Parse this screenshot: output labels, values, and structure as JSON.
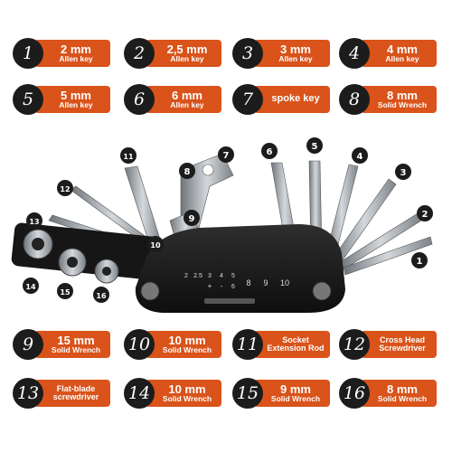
{
  "colors": {
    "accent": "#d9531a",
    "badge": "#1c1c1c",
    "tool_body": "#1a1a1a",
    "metal": "#9aa0a6"
  },
  "top_tags": [
    {
      "num": "1",
      "main": "2 mm",
      "sub": "Allen key"
    },
    {
      "num": "2",
      "main": "2,5 mm",
      "sub": "Allen key"
    },
    {
      "num": "3",
      "main": "3 mm",
      "sub": "Allen key"
    },
    {
      "num": "4",
      "main": "4 mm",
      "sub": "Allen key"
    },
    {
      "num": "5",
      "main": "5 mm",
      "sub": "Allen key"
    },
    {
      "num": "6",
      "main": "6 mm",
      "sub": "Allen key"
    },
    {
      "num": "7",
      "main": "spoke key",
      "sub": ""
    },
    {
      "num": "8",
      "main": "8 mm",
      "sub": "Solid Wrench"
    }
  ],
  "bottom_tags": [
    {
      "num": "9",
      "main": "15 mm",
      "sub": "Solid Wrench"
    },
    {
      "num": "10",
      "main": "10 mm",
      "sub": "Solid Wrench"
    },
    {
      "num": "11",
      "main": "Socket",
      "sub": "Extension Rod"
    },
    {
      "num": "12",
      "main": "Cross Head",
      "sub": "Screwdriver"
    },
    {
      "num": "13",
      "main": "Flat-blade",
      "sub": "screwdriver"
    },
    {
      "num": "14",
      "main": "10 mm",
      "sub": "Solid Wrench"
    },
    {
      "num": "15",
      "main": "9 mm",
      "sub": "Solid Wrench"
    },
    {
      "num": "16",
      "main": "8 mm",
      "sub": "Solid Wrench"
    }
  ],
  "callouts": [
    "1",
    "2",
    "3",
    "4",
    "5",
    "6",
    "7",
    "8",
    "9",
    "10",
    "11",
    "12",
    "13",
    "14",
    "15",
    "16"
  ],
  "body_markings": [
    "2",
    "2.5",
    "3",
    "4",
    "5",
    "+",
    "-",
    "6",
    "8",
    "9",
    "10"
  ]
}
